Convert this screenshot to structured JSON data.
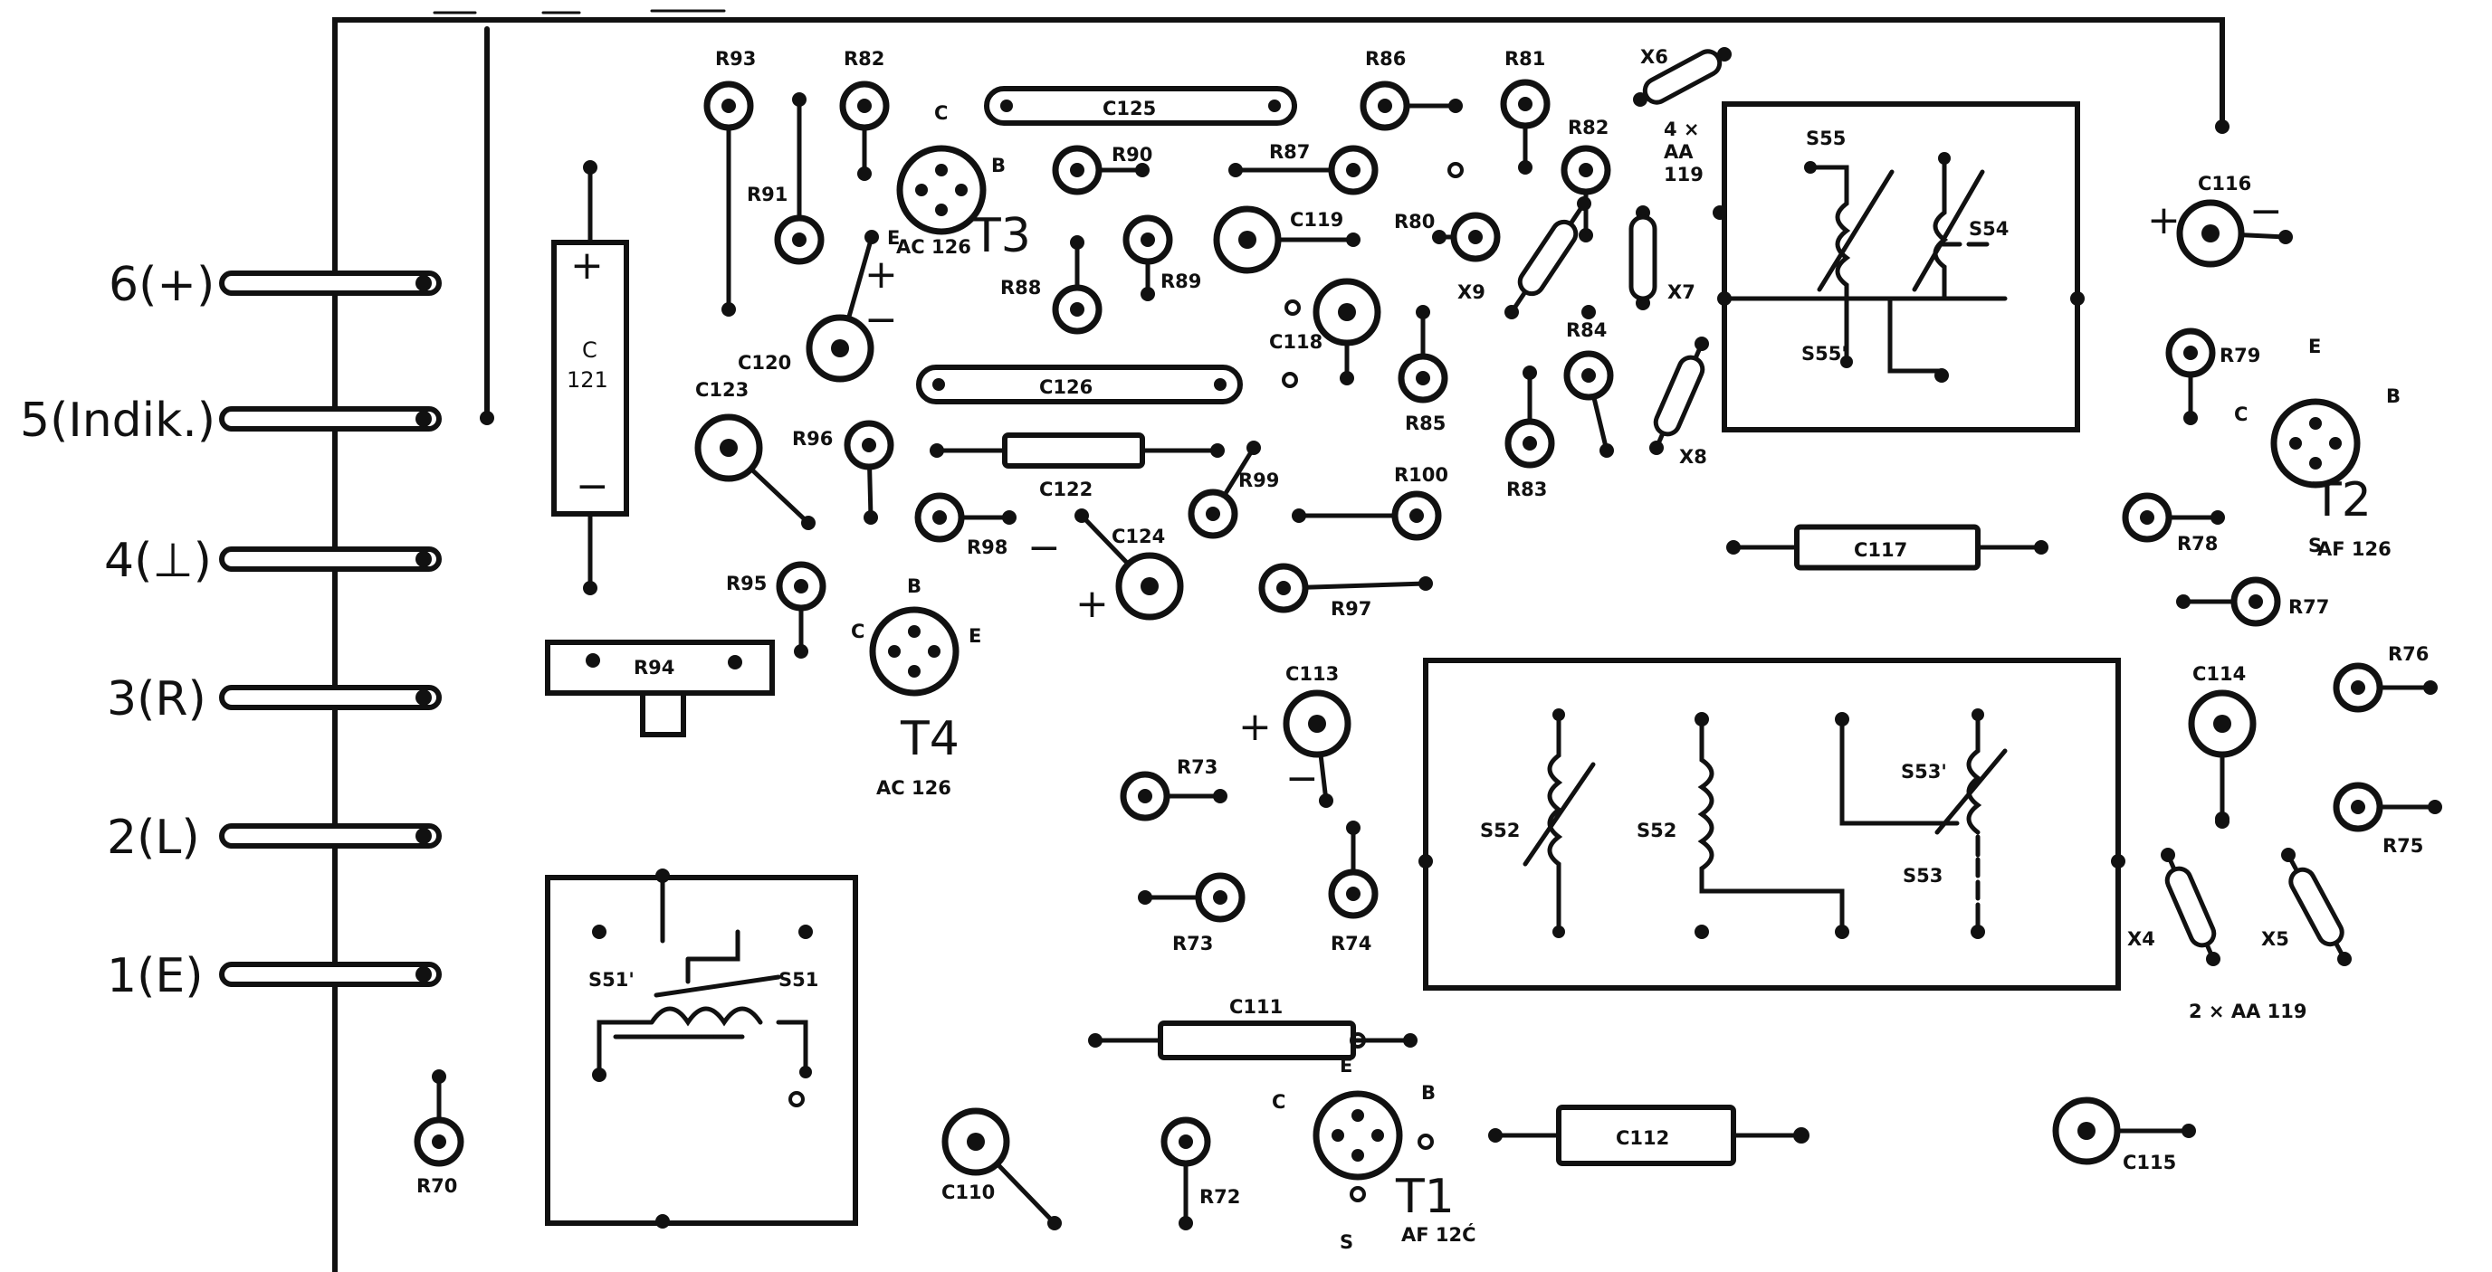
{
  "connector_pins": [
    "6(+)",
    "5(Indik.)",
    "4(⊥)",
    "3(R)",
    "2(L)",
    "1(E)"
  ],
  "transistors": {
    "t1": {
      "name": "T1",
      "type": "AF 12Ć",
      "leads": [
        "C",
        "E",
        "B",
        "S"
      ]
    },
    "t2": {
      "name": "T2",
      "type": "AF 126",
      "leads": [
        "C",
        "E",
        "B",
        "S"
      ]
    },
    "t3": {
      "name": "T3",
      "type": "AC 126",
      "leads": [
        "C",
        "B",
        "E"
      ]
    },
    "t4": {
      "name": "T4",
      "type": "AC 126",
      "leads": [
        "C",
        "B",
        "E"
      ]
    }
  },
  "diode_group_top": [
    "4 ×",
    "AA",
    "119"
  ],
  "diode_group_bottom": "2 × AA 119",
  "resistors": {
    "R70": "R70",
    "R72": "R72",
    "R73a": "R73",
    "R73b": "R73",
    "R74": "R74",
    "R75": "R75",
    "R76": "R76",
    "R77": "R77",
    "R78": "R78",
    "R79": "R79",
    "R80": "R80",
    "R81": "R81",
    "R82a": "R82",
    "R82b": "R82",
    "R83": "R83",
    "R84": "R84",
    "R85": "R85",
    "R86": "R86",
    "R87": "R87",
    "R88": "R88",
    "R89": "R89",
    "R90": "R90",
    "R91": "R91",
    "R93": "R93",
    "R94": "R94",
    "R95": "R95",
    "R96": "R96",
    "R97": "R97",
    "R98": "R98",
    "R99": "R99",
    "R100": "R100"
  },
  "capacitors": {
    "C110": "C110",
    "C111": "C111",
    "C112": "C112",
    "C113": "C113",
    "C114": "C114",
    "C115": "C115",
    "C116": "C116",
    "C117": "C117",
    "C118": "C118",
    "C119": "C119",
    "C120": "C120",
    "C121_top": "C",
    "C121_bottom": "121",
    "C122": "C122",
    "C123": "C123",
    "C124": "C124",
    "C125": "C125",
    "C126": "C126"
  },
  "coils": {
    "S51": "S51",
    "S51p": "S51'",
    "S52a": "S52",
    "S52b": "S52",
    "S53": "S53",
    "S53p": "S53'",
    "S54": "S54",
    "S55": "S55",
    "S55p": "S55'"
  },
  "diodes": {
    "X4": "X4",
    "X5": "X5",
    "X6": "X6",
    "X7": "X7",
    "X8": "X8",
    "X9": "X9"
  },
  "polarity": {
    "plus": "+",
    "minus": "−"
  }
}
